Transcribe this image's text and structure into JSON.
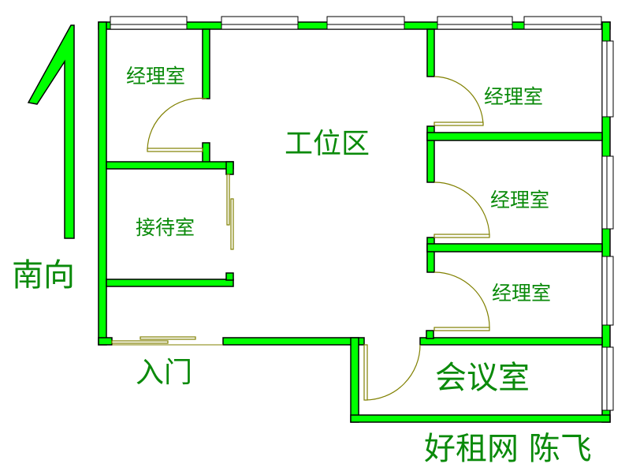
{
  "rooms": {
    "manager_1": "经理室",
    "workspace": "工位区",
    "reception": "接待室",
    "manager_2": "经理室",
    "manager_3": "经理室",
    "manager_4": "经理室",
    "meeting": "会议室"
  },
  "labels": {
    "orientation": "南向",
    "entrance": "入门",
    "credit": "好租网 陈飞"
  },
  "colors": {
    "wall": "#00ff00",
    "door": "#808000",
    "text": "#0a8a0a"
  }
}
